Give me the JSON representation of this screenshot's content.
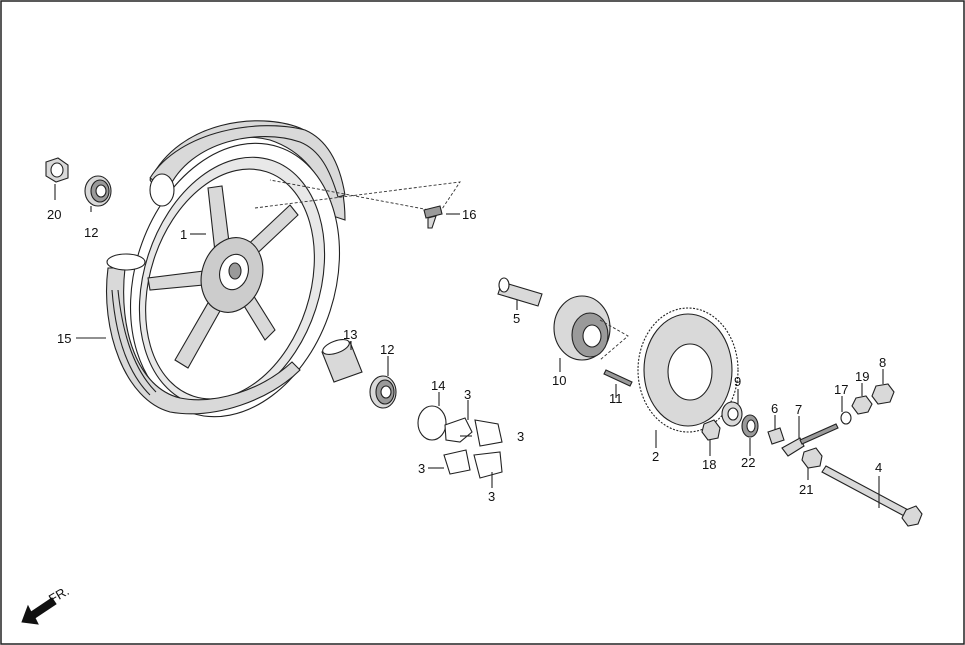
{
  "colors": {
    "line": "#222222",
    "part_fill": "#d9d9d9",
    "part_dark": "#9a9a9a",
    "background": "#ffffff"
  },
  "direction": {
    "label": "FR.",
    "icon": "front-arrow-icon"
  },
  "callouts": {
    "c1": "1",
    "c2": "2",
    "c3a": "3",
    "c3b": "3",
    "c3c": "3",
    "c3d": "3",
    "c4": "4",
    "c5": "5",
    "c6": "6",
    "c7": "7",
    "c8": "8",
    "c9": "9",
    "c10": "10",
    "c11": "11",
    "c12a": "12",
    "c12b": "12",
    "c13": "13",
    "c14": "14",
    "c15": "15",
    "c16": "16",
    "c17": "17",
    "c18": "18",
    "c19": "19",
    "c20": "20",
    "c21": "21",
    "c22": "22"
  }
}
